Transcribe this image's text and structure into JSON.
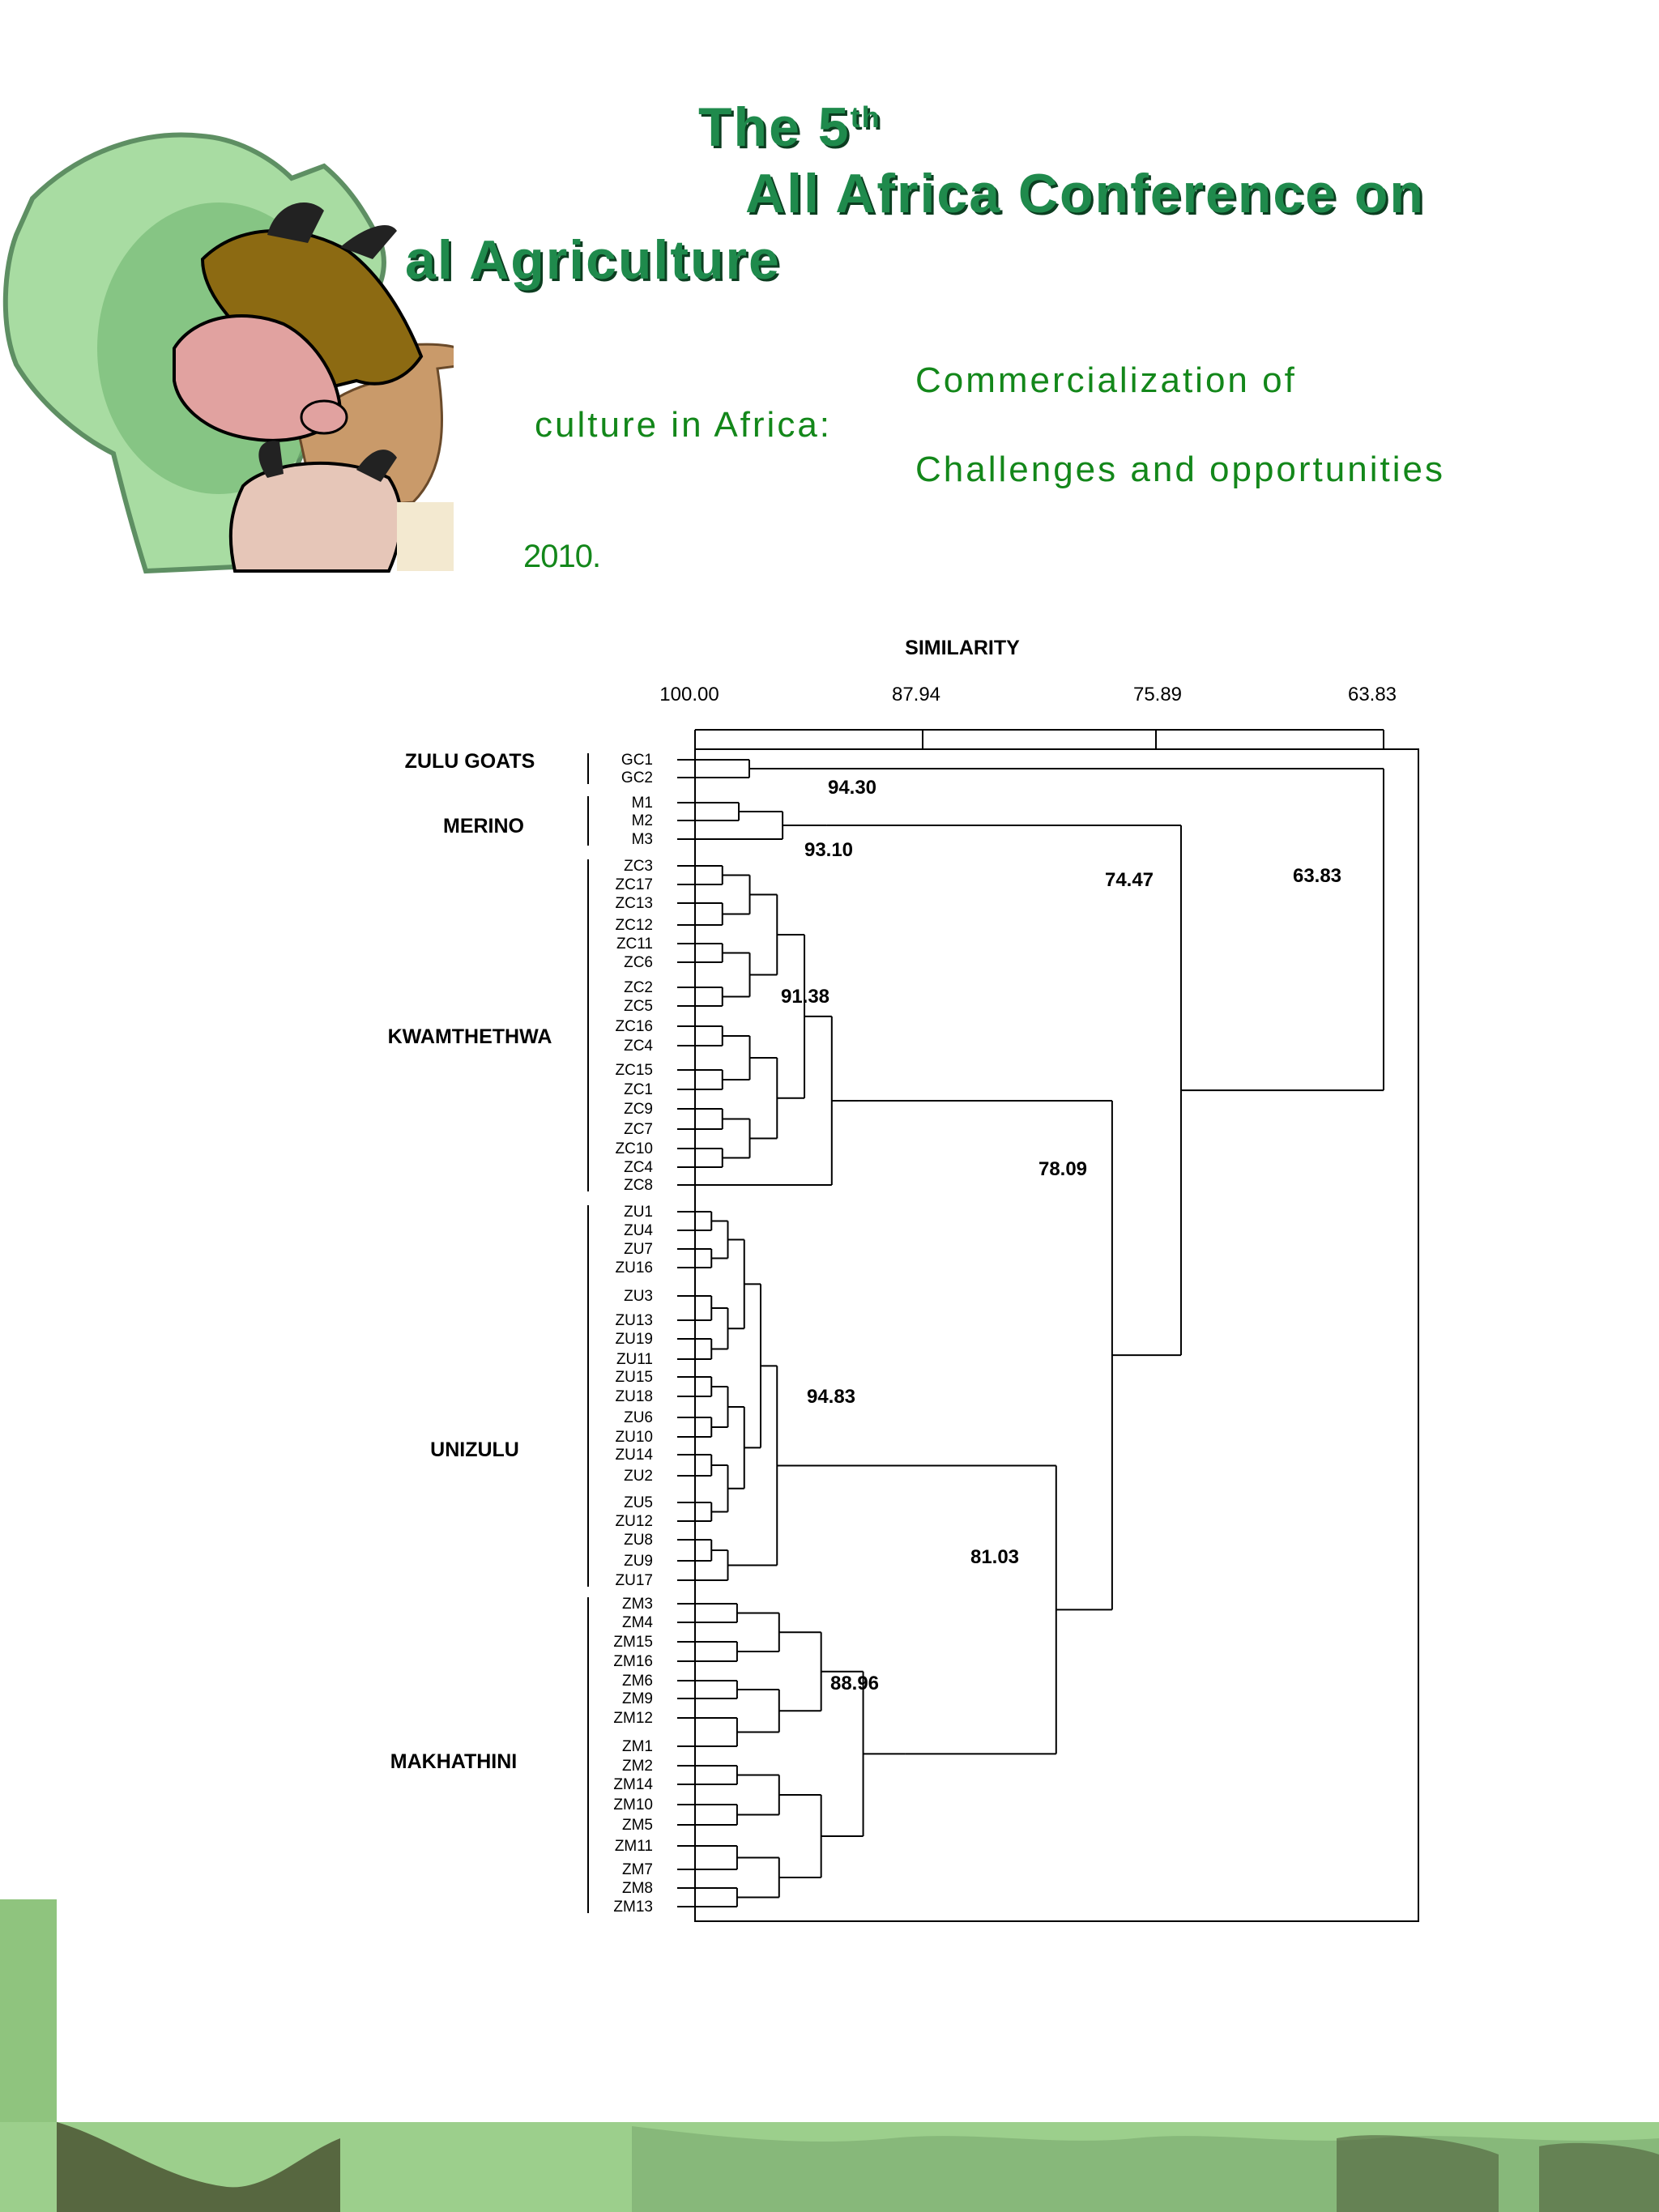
{
  "header": {
    "title_prefix": "The 5",
    "title_sup": "th",
    "title_line2": "All Africa Conference on",
    "title_line3": "al Agriculture",
    "subtitle_left": "culture in Africa:",
    "subtitle_right_1": "Commercialization of",
    "subtitle_right_2": "Challenges and opportunities",
    "date_fragment": "2010."
  },
  "logo": {
    "icon": "africa-livestock-logo",
    "colors": {
      "map": "#9fd49a",
      "map_outline": "#4c8a58",
      "cattle": "#8c6a12",
      "pig": "#e1a2a0",
      "camel": "#c99a6a",
      "goat": "#e6c6b8"
    }
  },
  "colors": {
    "title": "#1f8a4c",
    "title_shadow": "#0c3d20",
    "subtitle": "#13871a",
    "footer_green": "#8fc47e"
  },
  "chart_data": {
    "type": "dendrogram",
    "axis": {
      "title": "SIMILARITY",
      "ticks": [
        "100.00",
        "87.94",
        "75.89",
        "63.83"
      ],
      "range": [
        100.0,
        63.83
      ]
    },
    "groups": [
      {
        "name": "ZULU GOATS",
        "leaves": [
          "GC1",
          "GC2"
        ]
      },
      {
        "name": "MERINO",
        "leaves": [
          "M1",
          "M2",
          "M3"
        ]
      },
      {
        "name": "KWAMTHETHWA",
        "leaves": [
          "ZC3",
          "ZC17",
          "ZC13",
          "ZC12",
          "ZC11",
          "ZC6",
          "ZC2",
          "ZC5",
          "ZC16",
          "ZC4",
          "ZC15",
          "ZC1",
          "ZC9",
          "ZC7",
          "ZC10",
          "ZC4",
          "ZC8"
        ]
      },
      {
        "name": "UNIZULU",
        "leaves": [
          "ZU1",
          "ZU4",
          "ZU7",
          "ZU16",
          "ZU3",
          "ZU13",
          "ZU19",
          "ZU11",
          "ZU15",
          "ZU18",
          "ZU6",
          "ZU10",
          "ZU14",
          "ZU2",
          "ZU5",
          "ZU12",
          "ZU8",
          "ZU9",
          "ZU17"
        ]
      },
      {
        "name": "MAKHATHINI",
        "leaves": [
          "ZM3",
          "ZM4",
          "ZM15",
          "ZM16",
          "ZM6",
          "ZM9",
          "ZM12",
          "ZM1",
          "ZM2",
          "ZM14",
          "ZM10",
          "ZM5",
          "ZM11",
          "ZM7",
          "ZM8",
          "ZM13"
        ]
      }
    ],
    "node_labels": [
      "94.30",
      "93.10",
      "91.38",
      "94.83",
      "88.96",
      "74.47",
      "63.83",
      "78.09",
      "81.03"
    ],
    "main_clusters": [
      {
        "members": [
          "ZULU GOATS"
        ],
        "similarity": 94.3
      },
      {
        "members": [
          "MERINO"
        ],
        "similarity": 93.1
      },
      {
        "members": [
          "KWAMTHETHWA"
        ],
        "similarity": 91.38
      },
      {
        "members": [
          "UNIZULU"
        ],
        "similarity": 94.83
      },
      {
        "members": [
          "MAKHATHINI"
        ],
        "similarity": 88.96
      },
      {
        "members": [
          "UNIZULU",
          "MAKHATHINI"
        ],
        "similarity": 81.03
      },
      {
        "members": [
          "KWAMTHETHWA",
          "UNIZULU",
          "MAKHATHINI"
        ],
        "similarity": 78.09
      },
      {
        "members": [
          "MERINO",
          "KWAMTHETHWA",
          "UNIZULU",
          "MAKHATHINI"
        ],
        "similarity": 74.47
      },
      {
        "members": [
          "ZULU GOATS",
          "MERINO",
          "KWAMTHETHWA",
          "UNIZULU",
          "MAKHATHINI"
        ],
        "similarity": 63.83
      }
    ]
  }
}
